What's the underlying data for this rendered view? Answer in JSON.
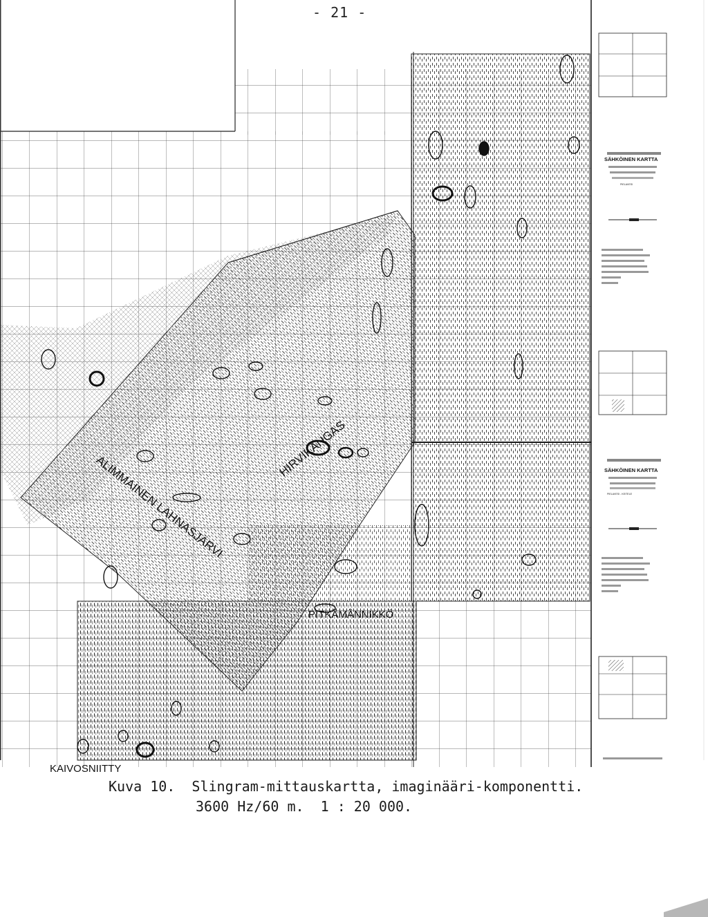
{
  "page": {
    "number": "- 21 -"
  },
  "map": {
    "labels": {
      "hirvikangas": "HIRVIKANGAS",
      "alimmainen": "ALIMMAINEN LAHNASJÄRVI",
      "pitkamannikko": "PITKÄMÄNNIKKÖ",
      "kaivosniitty": "KAIVOSNIITTY"
    },
    "legend_sheets": [
      {
        "title": "SÄHKÖINEN KARTTA",
        "subtitle": "PIELAVESI"
      },
      {
        "title": "SÄHKÖINEN KARTTA",
        "subtitle": "PIELAVESI - KEITELE"
      }
    ]
  },
  "caption": {
    "line1": "Kuva 10.  Slingram-mittauskartta, imaginääri-komponentti.",
    "line2": "3600 Hz/60 m.  1 : 20 000."
  }
}
